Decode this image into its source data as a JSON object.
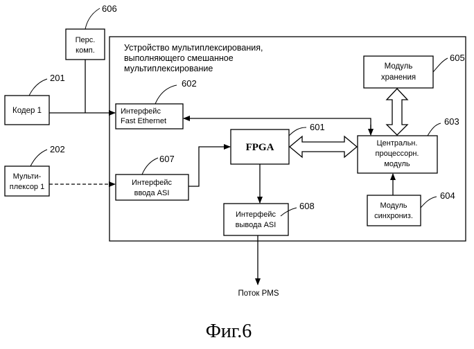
{
  "figure_caption": "Фиг.6",
  "device": {
    "title_lines": [
      "Устройство мультиплексирования,",
      "выполняющего смешанное",
      "мультиплексирование"
    ]
  },
  "blocks": {
    "pc": {
      "ref": "606",
      "lines": [
        "Перс.",
        "комп."
      ]
    },
    "encoder": {
      "ref": "201",
      "lines": [
        "Кодер 1"
      ]
    },
    "multiplexer": {
      "ref": "202",
      "lines": [
        "Мульти-",
        "плексор 1"
      ]
    },
    "fast_ethernet": {
      "ref": "602",
      "lines": [
        "Интерфейс",
        "Fast Ethernet"
      ]
    },
    "asi_input": {
      "ref": "607",
      "lines": [
        "Интерфейс",
        "ввода ASI"
      ]
    },
    "fpga": {
      "ref": "601",
      "lines": [
        "FPGA"
      ]
    },
    "asi_output": {
      "ref": "608",
      "lines": [
        "Интерфейс",
        "вывода ASI"
      ]
    },
    "storage": {
      "ref": "605",
      "lines": [
        "Модуль",
        "хранения"
      ]
    },
    "cpu": {
      "ref": "603",
      "lines": [
        "Центральн.",
        "процессорн.",
        "модуль"
      ]
    },
    "sync": {
      "ref": "604",
      "lines": [
        "Модуль",
        "синхрониз."
      ]
    }
  },
  "output_label": "Поток PMS",
  "colors": {
    "ink": "#000000",
    "background": "#ffffff"
  }
}
